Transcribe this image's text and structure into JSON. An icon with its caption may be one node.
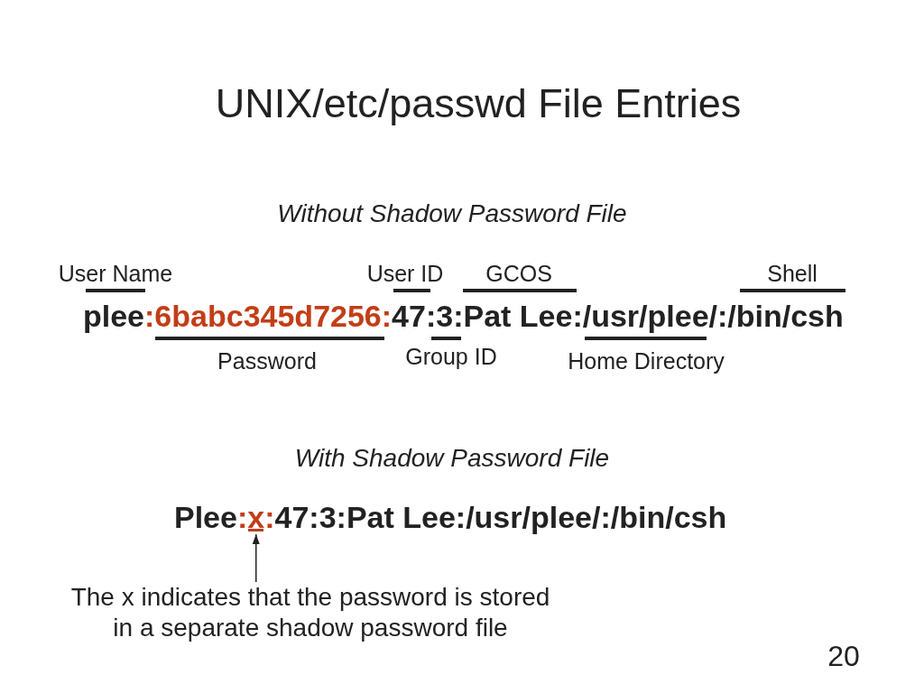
{
  "diagram": {
    "title": "UNIX/etc/passwd File Entries",
    "nodes": [
      {
        "text": [
          ":x:"
        ]
      },
      {
        "text": [
          "The x indicates that the password is stored in a separate shadow password file"
        ]
      }
    ],
    "edges": [
      {
        "from": 1,
        "to": 0,
        "arrow": "to"
      }
    ],
    "labels": [
      "Without Shadow Password File",
      "User Name",
      "User ID",
      "GCOS",
      "Shell",
      "plee",
      ":6babc345d7256:",
      "47:3:Pat Lee:/usr/plee/:/bin/csh",
      "Password",
      "Group ID",
      "Home Directory",
      "With Shadow Password File",
      "Plee",
      "47:3:Pat Lee:/usr/plee/:/bin/csh",
      "20"
    ]
  }
}
